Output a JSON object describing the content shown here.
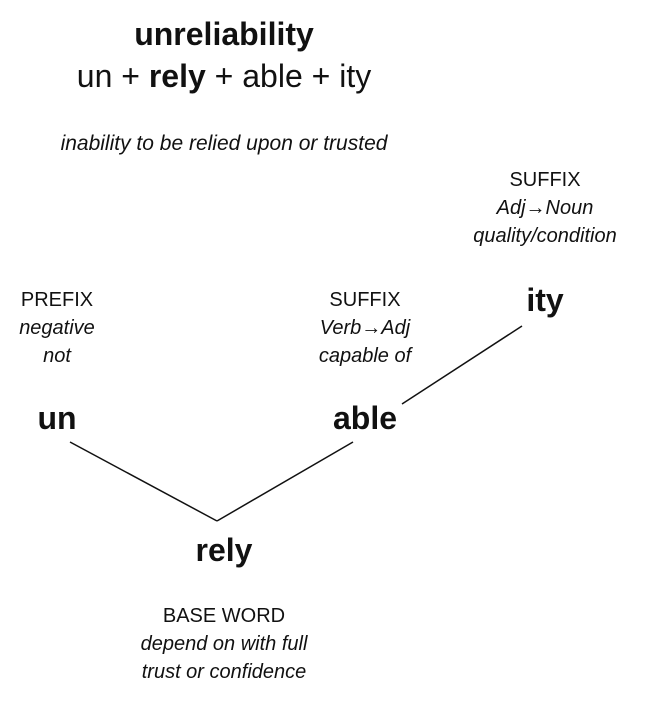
{
  "header": {
    "word": "unreliability",
    "breakdown": {
      "part1": "un + ",
      "base": "rely",
      "part2": " + able + ity"
    },
    "definition": "inability to be relied upon or trusted"
  },
  "morphemes": {
    "prefix": {
      "text": "un",
      "type": "PREFIX",
      "desc1": "negative",
      "desc2": "not"
    },
    "base": {
      "text": "rely",
      "type": "BASE WORD",
      "desc1": "depend on with full",
      "desc2": "trust or confidence"
    },
    "suffix1": {
      "text": "able",
      "type": "SUFFIX",
      "desc1": "Verb→Adj",
      "desc2": "capable of"
    },
    "suffix2": {
      "text": "ity",
      "type": "SUFFIX",
      "desc1": "Adj→Noun",
      "desc2": "quality/condition"
    }
  }
}
